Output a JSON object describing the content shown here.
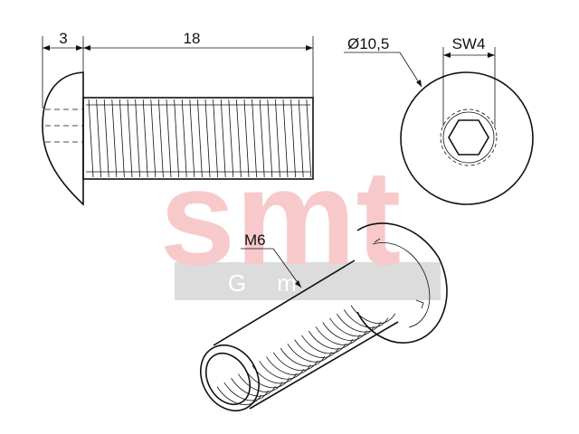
{
  "watermark": {
    "letters": "smt",
    "sub_g": "G",
    "sub_m": "m",
    "colors": {
      "letters": "#f7c9cb",
      "band": "#dcdcdc"
    }
  },
  "dimensions": {
    "head_height": "3",
    "thread_length": "18",
    "head_diameter": "Ø10,5",
    "hex_socket": "SW4",
    "thread_size": "M6"
  }
}
